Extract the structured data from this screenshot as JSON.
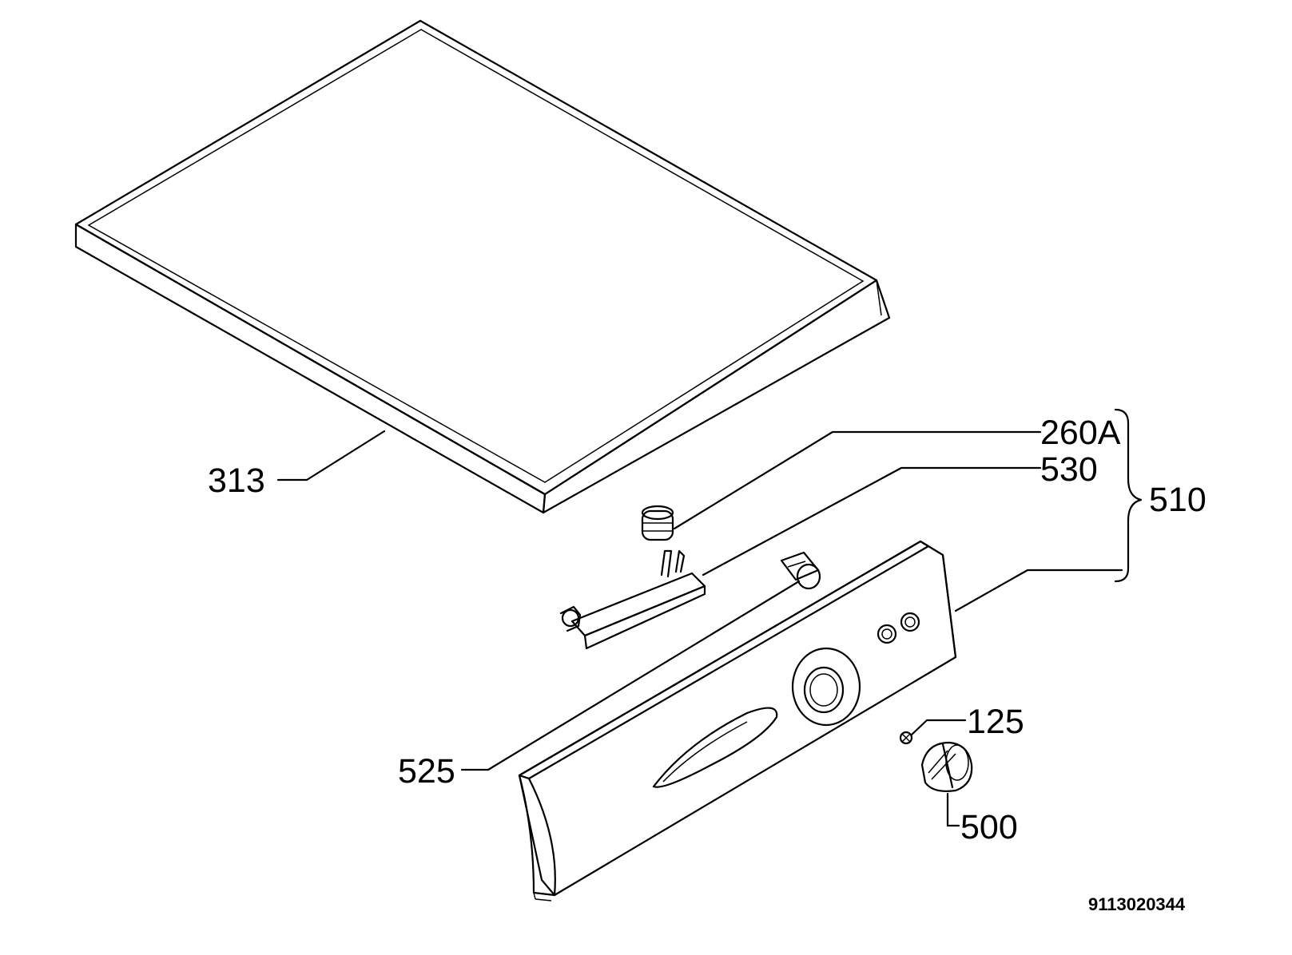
{
  "labels": {
    "lid": "313",
    "gasket": "260A",
    "bracket": "530",
    "panel_group": "510",
    "lamp": "525",
    "spring": "125",
    "knob": "500"
  },
  "drawing_code": "9113020344"
}
